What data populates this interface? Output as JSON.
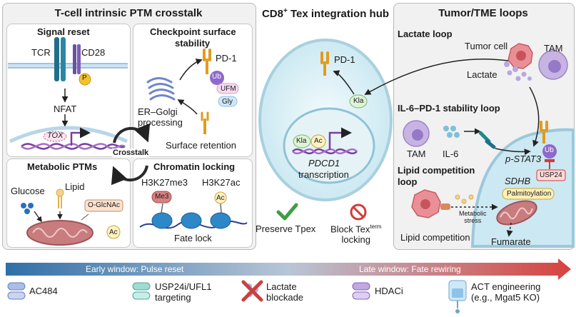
{
  "left": {
    "title": "T-cell intrinsic PTM crosstalk",
    "signal": {
      "title": "Signal reset",
      "tcr": "TCR",
      "cd28": "CD28",
      "p": "P",
      "nfat": "NFAT",
      "tox": "TOX"
    },
    "checkpoint": {
      "title_l1": "Checkpoint surface",
      "title_l2": "stability",
      "pd1": "PD-1",
      "ub": "Ub",
      "ufm": "UFM",
      "gly": "Gly",
      "er_l1": "ER–Golgi",
      "er_l2": "processing",
      "retention": "Surface retention"
    },
    "crosstalk": "Crosstalk",
    "metabolic": {
      "title": "Metabolic PTMs",
      "glucose": "Glucose",
      "lipid": "Lipid",
      "oglcnac": "O-GlcNAc",
      "ac": "Ac"
    },
    "chromatin": {
      "title": "Chromatin locking",
      "k27me3": "H3K27me3",
      "k27ac": "H3K27ac",
      "me3": "Me3",
      "ac": "Ac",
      "fate": "Fate lock"
    }
  },
  "center": {
    "title_main": "CD8",
    "title_sup": "+",
    "title_rest": " Tex integration hub",
    "pd1": "PD-1",
    "kla": "Kla",
    "kla2": "Kla",
    "ac": "Ac",
    "pdcd1": "PDCD1",
    "transcription": "transcription",
    "preserve": "Preserve Tpex",
    "block_l1": "Block Tex",
    "block_sup": "term",
    "block_l2": "locking"
  },
  "right": {
    "title": "Tumor/TME loops",
    "lactate_loop": "Lactate loop",
    "tumor_cell": "Tumor cell",
    "tam": "TAM",
    "lactate": "Lactate",
    "il6_loop": "IL-6–PD-1 stability loop",
    "tam2": "TAM",
    "il6": "IL-6",
    "pstat3": "p-STAT3",
    "ub": "Ub",
    "usp24": "USP24",
    "lipid_loop_l1": "Lipid competition",
    "lipid_loop_l2": "loop",
    "sdhb": "SDHB",
    "palmitoylation": "Palmitoylation",
    "metabolic_l1": "Metabolic",
    "metabolic_l2": "stress",
    "fumarate": "Fumarate",
    "lipid_comp": "Lipid competition"
  },
  "timeline": {
    "early": "Early window: Pulse reset",
    "late": "Late window: Fate rewiring"
  },
  "therapies": [
    {
      "l1": "AC484",
      "l2": ""
    },
    {
      "l1": "USP24i/UFL1",
      "l2": "targeting"
    },
    {
      "l1": "Lactate",
      "l2": "blockade"
    },
    {
      "l1": "HDACi",
      "l2": ""
    },
    {
      "l1": "ACT engineering",
      "l2": "(e.g., Mgat5 KO)"
    }
  ],
  "colors": {
    "arrow_start": "#2f6fa7",
    "arrow_end": "#d7423d",
    "ub": "#8e69c9",
    "pink": "#f3b7c2",
    "cyan": "#8fd6d6",
    "dna": "#7a3e9d",
    "mito": "#c97c7e"
  }
}
